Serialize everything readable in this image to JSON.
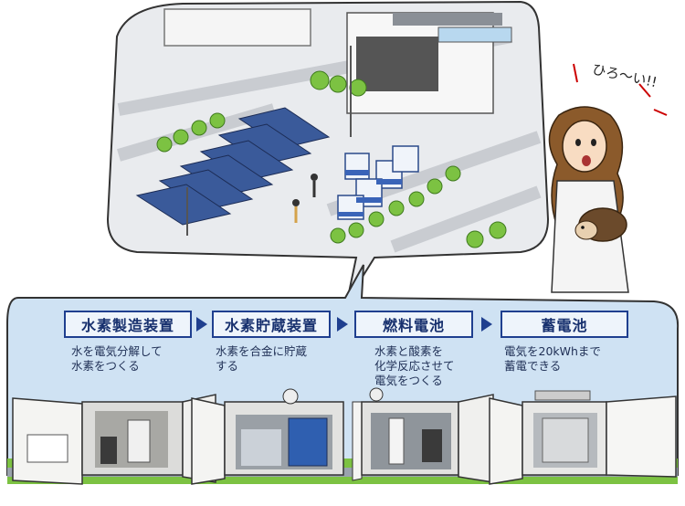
{
  "exclamation": "ひろ〜い!!",
  "stages": [
    {
      "label": "水素製造装置",
      "desc": "水を電気分解して\n水素をつくる"
    },
    {
      "label": "水素貯蔵装置",
      "desc": "水素を合金に貯蔵\nする"
    },
    {
      "label": "燃料電池",
      "desc": "水素と酸素を\n化学反応させて\n電気をつくる"
    },
    {
      "label": "蓄電池",
      "desc": "電気を20kWhまで\n蓄電できる"
    }
  ],
  "colors": {
    "panel_blue": "#cfe2f3",
    "box_border": "#1f3f8f",
    "solar": "#3a5a9a",
    "grass": "#7cc242"
  },
  "icons": [
    "hedgehog-icon",
    "woman-character",
    "solar-panel-icon",
    "container-icon"
  ]
}
